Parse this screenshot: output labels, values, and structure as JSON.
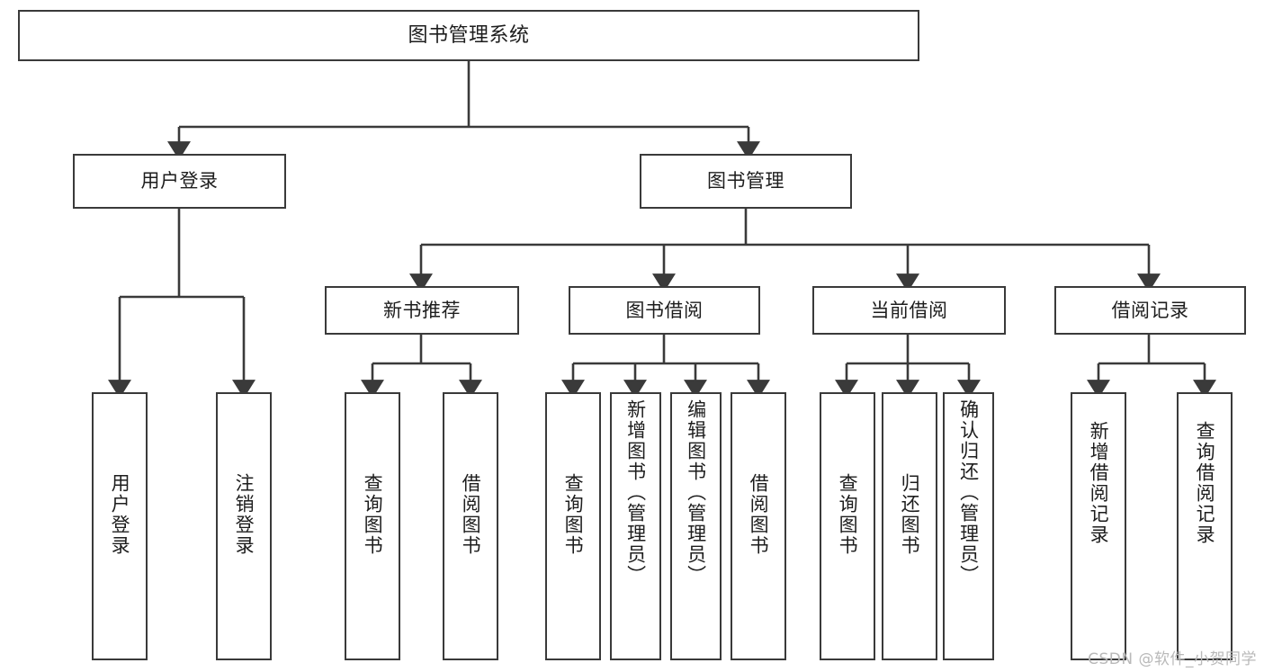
{
  "diagram": {
    "title": "图书管理系统",
    "type": "tree",
    "watermark": "CSDN @软件_小贺同学",
    "colors": {
      "border": "#3a3a3a",
      "background": "#ffffff",
      "text": "#1d1d1d",
      "watermark": "#b9b9b9"
    },
    "root": {
      "label": "图书管理系统"
    },
    "level2": [
      {
        "label": "用户登录"
      },
      {
        "label": "图书管理"
      }
    ],
    "level3": [
      {
        "label": "新书推荐"
      },
      {
        "label": "图书借阅"
      },
      {
        "label": "当前借阅"
      },
      {
        "label": "借阅记录"
      }
    ],
    "leaves": {
      "user_login": [
        {
          "label": "用户登录"
        },
        {
          "label": "注销登录"
        }
      ],
      "new_book_recommend": [
        {
          "label": "查询图书"
        },
        {
          "label": "借阅图书"
        }
      ],
      "book_borrow": [
        {
          "label": "查询图书"
        },
        {
          "label": "新增图书（管理员）"
        },
        {
          "label": "编辑图书（管理员）"
        },
        {
          "label": "借阅图书"
        }
      ],
      "current_borrow": [
        {
          "label": "查询图书"
        },
        {
          "label": "归还图书"
        },
        {
          "label": "确认归还（管理员）"
        }
      ],
      "borrow_record": [
        {
          "label": "新增借阅记录"
        },
        {
          "label": "查询借阅记录"
        }
      ]
    }
  }
}
